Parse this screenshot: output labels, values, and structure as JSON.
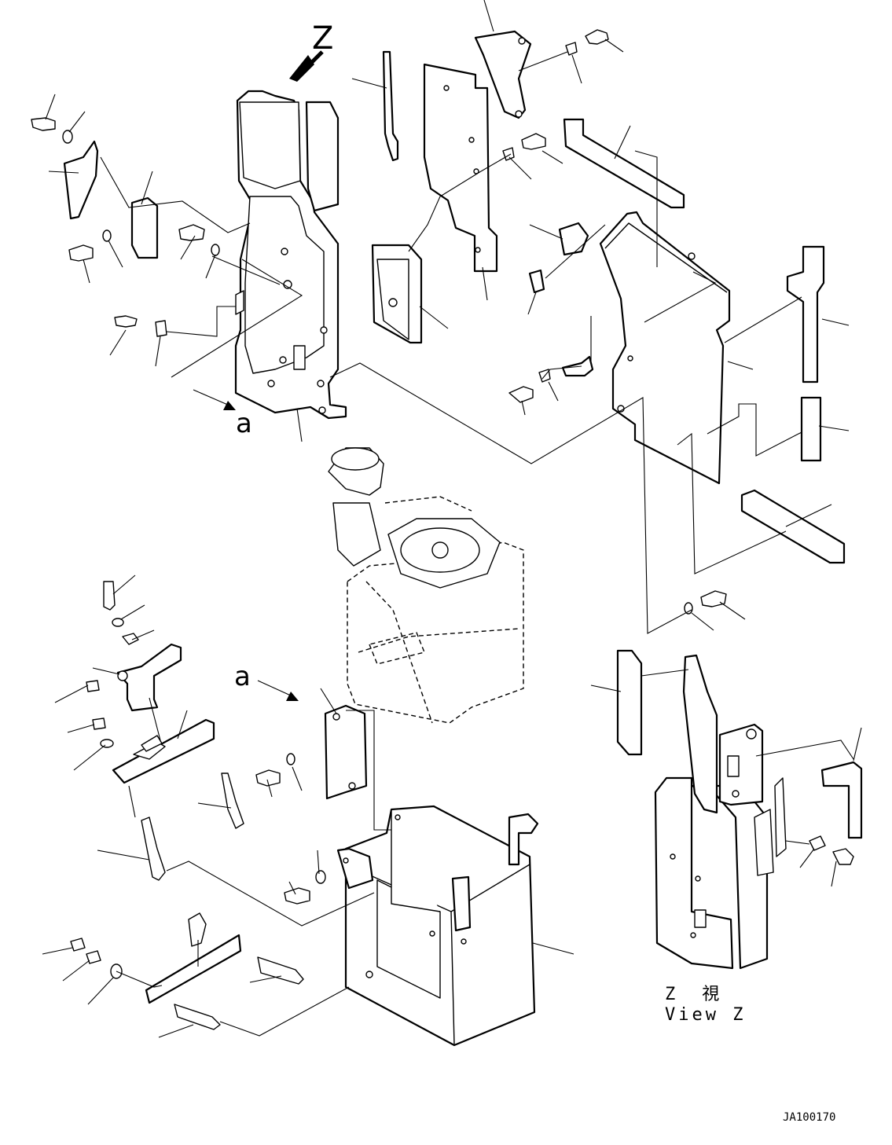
{
  "view_arrow_label": "Z",
  "section_label_top": "a",
  "section_label_bottom": "a",
  "view_caption_jp": "Z　視",
  "view_caption_en": "View Z",
  "drawing_id": "JA100170"
}
